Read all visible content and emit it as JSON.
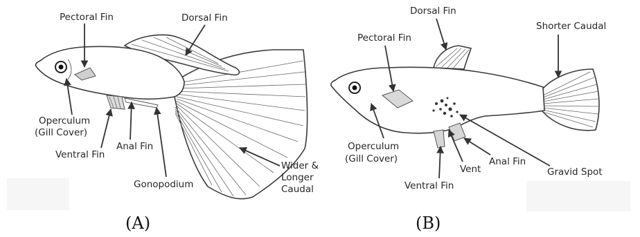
{
  "panel_a": {
    "caption": "(A)",
    "labels": {
      "pectoral": "Pectoral Fin",
      "dorsal": "Dorsal Fin",
      "operculum_1": "Operculum",
      "operculum_2": "(Gill Cover)",
      "ventral": "Ventral Fin",
      "anal": "Anal Fin",
      "gonopodium": "Gonopodium",
      "caudal_1": "Wider &",
      "caudal_2": "Longer",
      "caudal_3": "Caudal"
    }
  },
  "panel_b": {
    "caption": "(B)",
    "labels": {
      "dorsal": "Dorsal Fin",
      "pectoral": "Pectoral Fin",
      "caudal": "Shorter Caudal",
      "operculum_1": "Operculum",
      "operculum_2": "(Gill Cover)",
      "ventral": "Ventral Fin",
      "vent": "Vent",
      "anal": "Anal Fin",
      "gravid": "Gravid Spot"
    }
  }
}
